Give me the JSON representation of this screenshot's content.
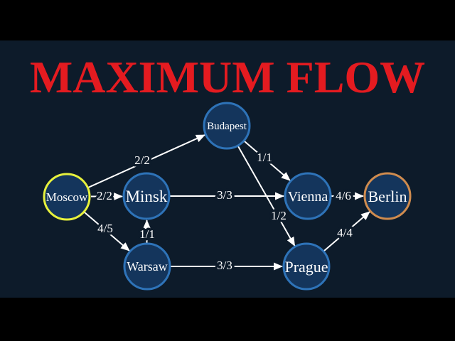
{
  "title": {
    "text": "MAXIMUM FLOW",
    "color": "#e41b20"
  },
  "colors": {
    "letterbox": "#000000",
    "background": "#0d1b2a",
    "node_fill": "#14355c",
    "node_border": "#2e73b8",
    "moscow_border": "#e7f13c",
    "berlin_border": "#cf8b4e",
    "edge": "#ffffff",
    "label": "#ffffff"
  },
  "nodes": [
    {
      "id": "moscow",
      "label": "Moscow"
    },
    {
      "id": "minsk",
      "label": "Minsk"
    },
    {
      "id": "warsaw",
      "label": "Warsaw"
    },
    {
      "id": "budapest",
      "label": "Budapest"
    },
    {
      "id": "vienna",
      "label": "Vienna"
    },
    {
      "id": "prague",
      "label": "Prague"
    },
    {
      "id": "berlin",
      "label": "Berlin"
    }
  ],
  "edges": [
    {
      "from": "Moscow",
      "to": "Minsk",
      "label": "2/2"
    },
    {
      "from": "Moscow",
      "to": "Budapest",
      "label": "2/2"
    },
    {
      "from": "Moscow",
      "to": "Warsaw",
      "label": "4/5"
    },
    {
      "from": "Warsaw",
      "to": "Minsk",
      "label": "1/1"
    },
    {
      "from": "Minsk",
      "to": "Vienna",
      "label": "3/3"
    },
    {
      "from": "Budapest",
      "to": "Vienna",
      "label": "1/1"
    },
    {
      "from": "Budapest",
      "to": "Prague",
      "label": "1/2"
    },
    {
      "from": "Warsaw",
      "to": "Prague",
      "label": "3/3"
    },
    {
      "from": "Vienna",
      "to": "Berlin",
      "label": "4/6"
    },
    {
      "from": "Prague",
      "to": "Berlin",
      "label": "4/4"
    }
  ]
}
